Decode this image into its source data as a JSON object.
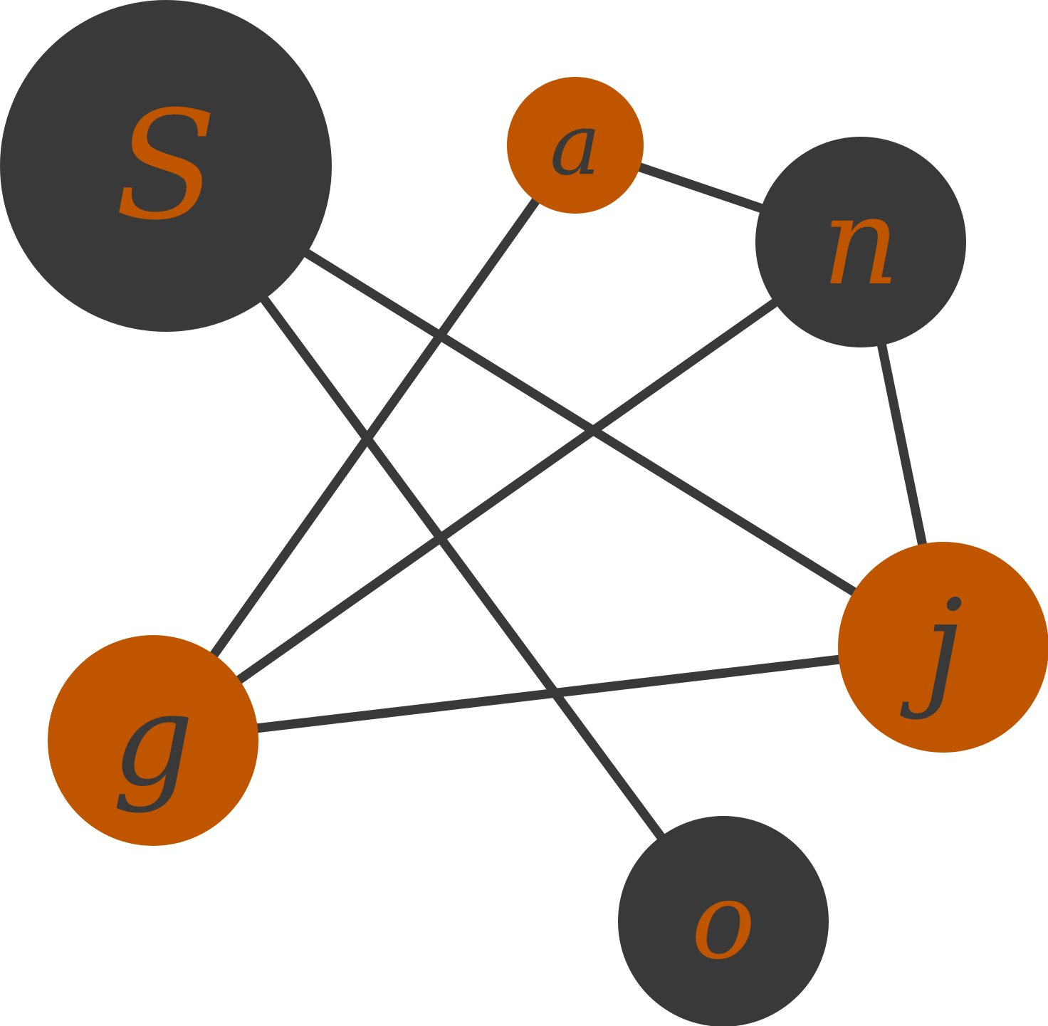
{
  "colors": {
    "dark": "#393939",
    "accent": "#c05500",
    "background": "#ffffff",
    "edge": "#393939"
  },
  "nodes": [
    {
      "id": "S",
      "label": "S",
      "fill": "dark",
      "text": "accent"
    },
    {
      "id": "a",
      "label": "a",
      "fill": "accent",
      "text": "dark"
    },
    {
      "id": "n",
      "label": "n",
      "fill": "dark",
      "text": "accent"
    },
    {
      "id": "j",
      "label": "j",
      "fill": "accent",
      "text": "dark"
    },
    {
      "id": "g",
      "label": "g",
      "fill": "accent",
      "text": "dark"
    },
    {
      "id": "o",
      "label": "o",
      "fill": "dark",
      "text": "accent"
    }
  ],
  "edges": [
    [
      "a",
      "n"
    ],
    [
      "S",
      "j"
    ],
    [
      "S",
      "o"
    ],
    [
      "a",
      "g"
    ],
    [
      "n",
      "g"
    ],
    [
      "n",
      "j"
    ],
    [
      "g",
      "j"
    ]
  ]
}
